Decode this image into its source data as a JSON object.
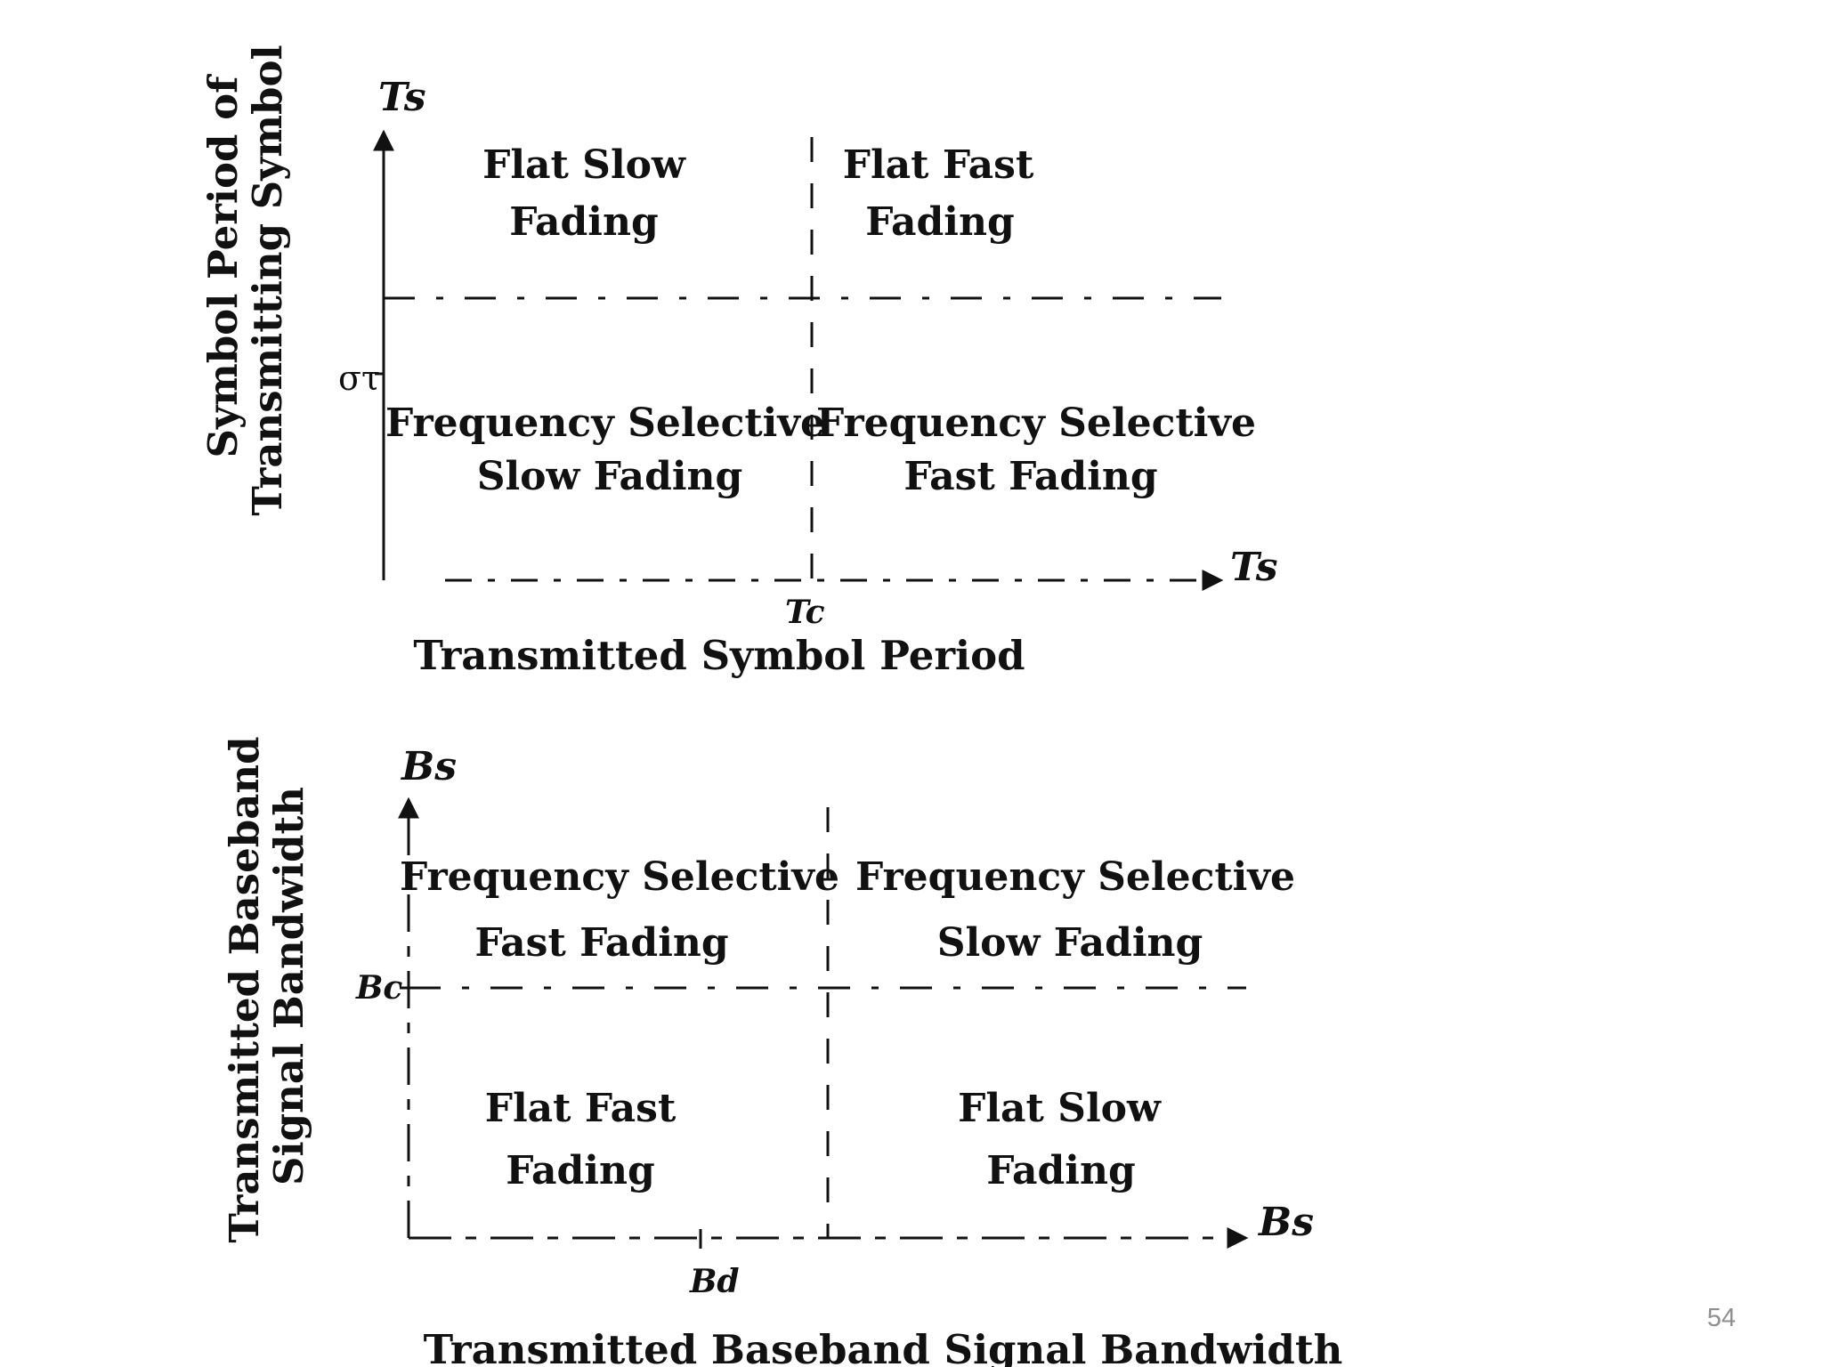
{
  "top_diagram": {
    "y_axis_title": [
      "Symbol Period of",
      "Transmitting Symbol"
    ],
    "y_axis_symbol": "Ts",
    "x_axis_symbol": "Ts",
    "x_threshold": "Tc",
    "y_threshold": "στ",
    "x_axis_title": "Transmitted Symbol Period",
    "quadrants": {
      "top_left": [
        "Flat Slow",
        "Fading"
      ],
      "top_right": [
        "Flat Fast",
        "Fading"
      ],
      "bottom_left": [
        "Frequency Selective",
        "Slow Fading"
      ],
      "bottom_right": [
        "Frequency Selective",
        "Fast Fading"
      ]
    }
  },
  "bottom_diagram": {
    "y_axis_title": [
      "Transmitted Baseband",
      "Signal Bandwidth"
    ],
    "y_axis_symbol": "Bs",
    "x_axis_symbol": "Bs",
    "y_threshold": "Bc",
    "x_tick": "Bd",
    "x_axis_title": "Transmitted Baseband Signal Bandwidth",
    "quadrants": {
      "top_left": [
        "Frequency Selective",
        "Fast Fading"
      ],
      "top_right": [
        "Frequency Selective",
        "Slow Fading"
      ],
      "bottom_left": [
        "Flat Fast",
        "Fading"
      ],
      "bottom_right": [
        "Flat Slow",
        "Fading"
      ]
    }
  },
  "page_number": "54"
}
